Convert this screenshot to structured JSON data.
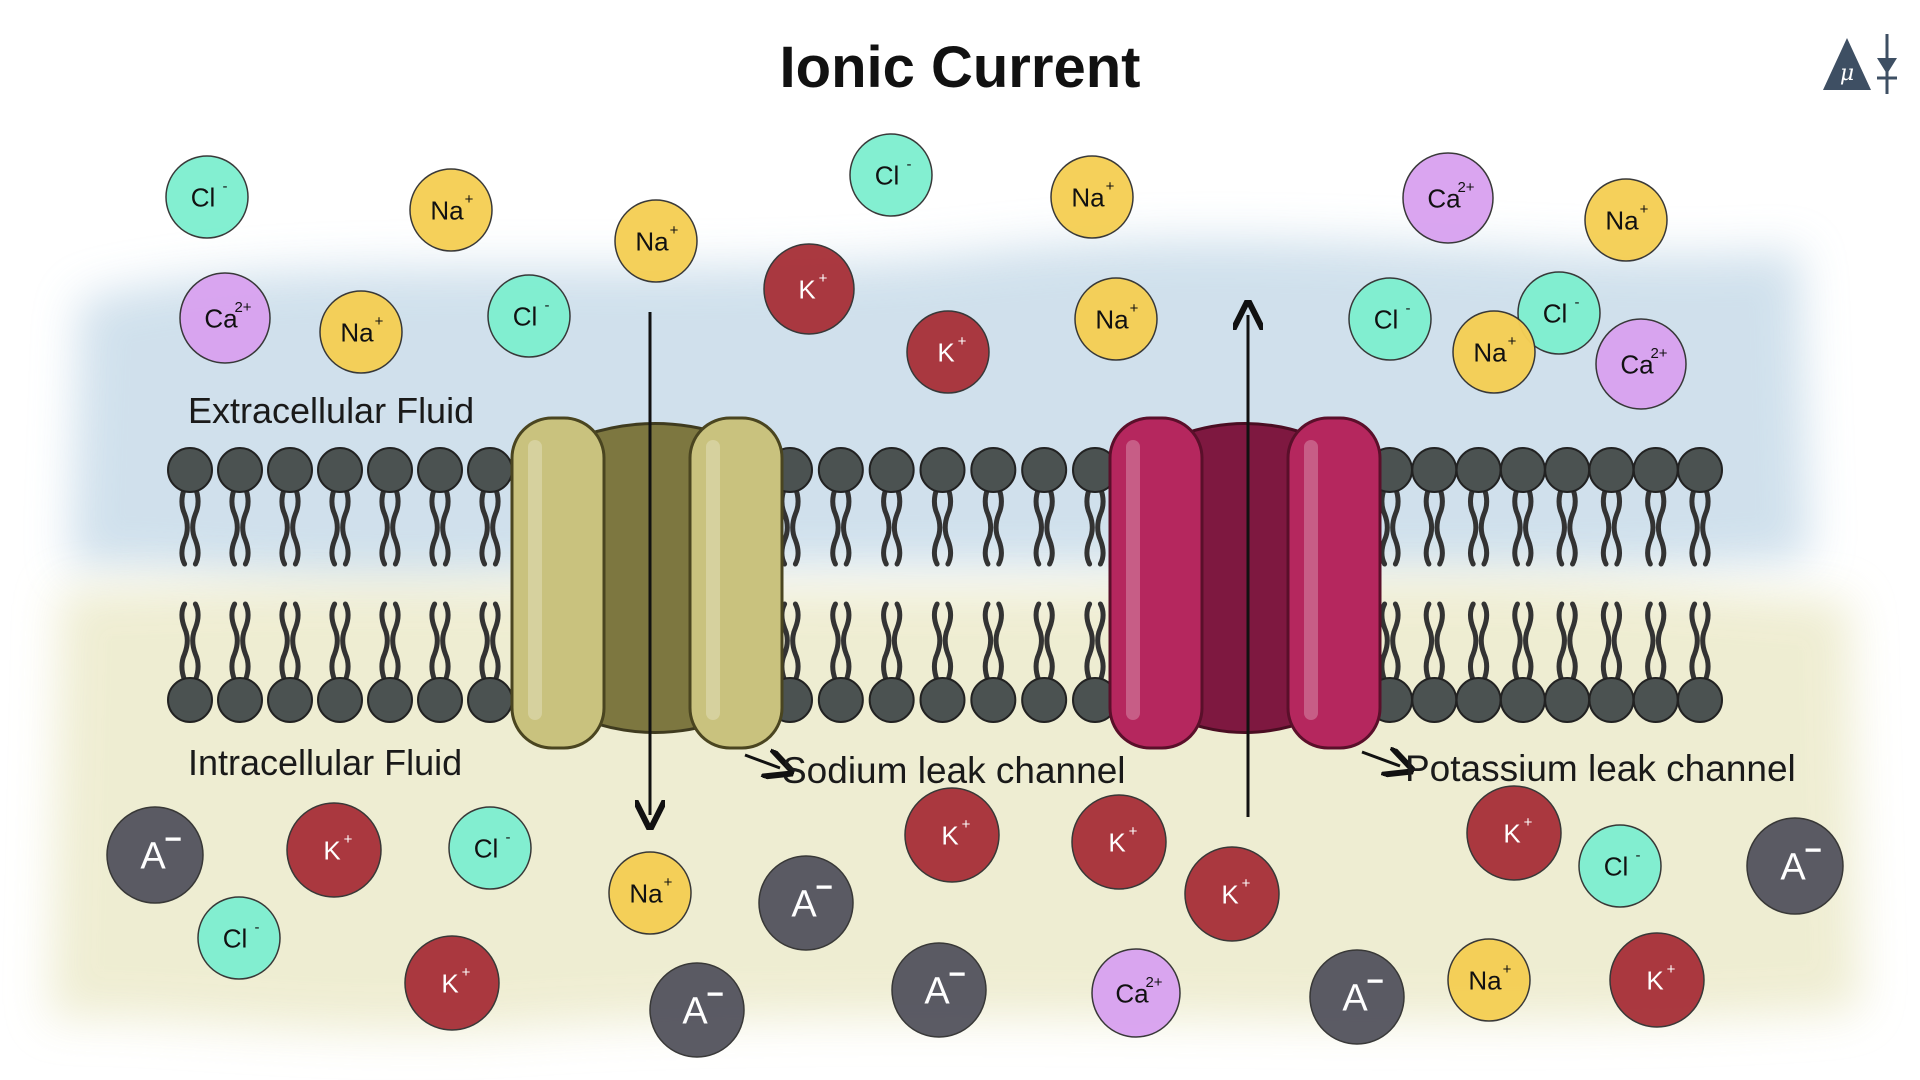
{
  "title": "Ionic Current",
  "regions": {
    "extracellular": "Extracellular Fluid",
    "intracellular": "Intracellular Fluid"
  },
  "channels": {
    "sodium": {
      "label": "Sodium leak channel",
      "color": "#c9c27e",
      "dark": "#7d7740"
    },
    "potassium": {
      "label": "Potassium leak channel",
      "color": "#b5275e",
      "dark": "#7e1840"
    }
  },
  "colors": {
    "Cl": "#7fefd0",
    "Na": "#f5cf55",
    "K": "#a8333b",
    "Ca": "#d9a3f0",
    "A": "#565660",
    "lipid_head": "#4b5251",
    "lipid_tail": "#333333",
    "extracellular_wash": "#c8dbe9",
    "intracellular_wash": "#eceacb"
  },
  "ions": {
    "extracellular": [
      {
        "type": "Cl",
        "base": "Cl",
        "charge": "-"
      },
      {
        "type": "Na",
        "base": "Na",
        "charge": "+"
      },
      {
        "type": "Na",
        "base": "Na",
        "charge": "+"
      },
      {
        "type": "Cl",
        "base": "Cl",
        "charge": "-"
      },
      {
        "type": "Na",
        "base": "Na",
        "charge": "+"
      },
      {
        "type": "K",
        "base": "K",
        "charge": "+"
      },
      {
        "type": "Ca",
        "base": "Ca",
        "charge": "2+"
      },
      {
        "type": "Na",
        "base": "Na",
        "charge": "+"
      },
      {
        "type": "Ca",
        "base": "Ca",
        "charge": "2+"
      },
      {
        "type": "Na",
        "base": "Na",
        "charge": "+"
      },
      {
        "type": "Cl",
        "base": "Cl",
        "charge": "-"
      },
      {
        "type": "K",
        "base": "K",
        "charge": "+"
      },
      {
        "type": "Na",
        "base": "Na",
        "charge": "+"
      },
      {
        "type": "Cl",
        "base": "Cl",
        "charge": "-"
      },
      {
        "type": "Cl",
        "base": "Cl",
        "charge": "-"
      },
      {
        "type": "Na",
        "base": "Na",
        "charge": "+"
      },
      {
        "type": "Ca",
        "base": "Ca",
        "charge": "2+"
      }
    ],
    "intracellular": [
      {
        "type": "A",
        "base": "A",
        "charge": "-"
      },
      {
        "type": "K",
        "base": "K",
        "charge": "+"
      },
      {
        "type": "Cl",
        "base": "Cl",
        "charge": "-"
      },
      {
        "type": "Cl",
        "base": "Cl",
        "charge": "-"
      },
      {
        "type": "K",
        "base": "K",
        "charge": "+"
      },
      {
        "type": "Na",
        "base": "Na",
        "charge": "+"
      },
      {
        "type": "A",
        "base": "A",
        "charge": "-"
      },
      {
        "type": "A",
        "base": "A",
        "charge": "-"
      },
      {
        "type": "K",
        "base": "K",
        "charge": "+"
      },
      {
        "type": "K",
        "base": "K",
        "charge": "+"
      },
      {
        "type": "A",
        "base": "A",
        "charge": "-"
      },
      {
        "type": "Ca",
        "base": "Ca",
        "charge": "2+"
      },
      {
        "type": "K",
        "base": "K",
        "charge": "+"
      },
      {
        "type": "A",
        "base": "A",
        "charge": "-"
      },
      {
        "type": "K",
        "base": "K",
        "charge": "+"
      },
      {
        "type": "Cl",
        "base": "Cl",
        "charge": "-"
      },
      {
        "type": "Na",
        "base": "Na",
        "charge": "+"
      },
      {
        "type": "A",
        "base": "A",
        "charge": "-"
      },
      {
        "type": "K",
        "base": "K",
        "charge": "+"
      }
    ]
  },
  "logo_icon": "triangle-mu-logo-icon"
}
